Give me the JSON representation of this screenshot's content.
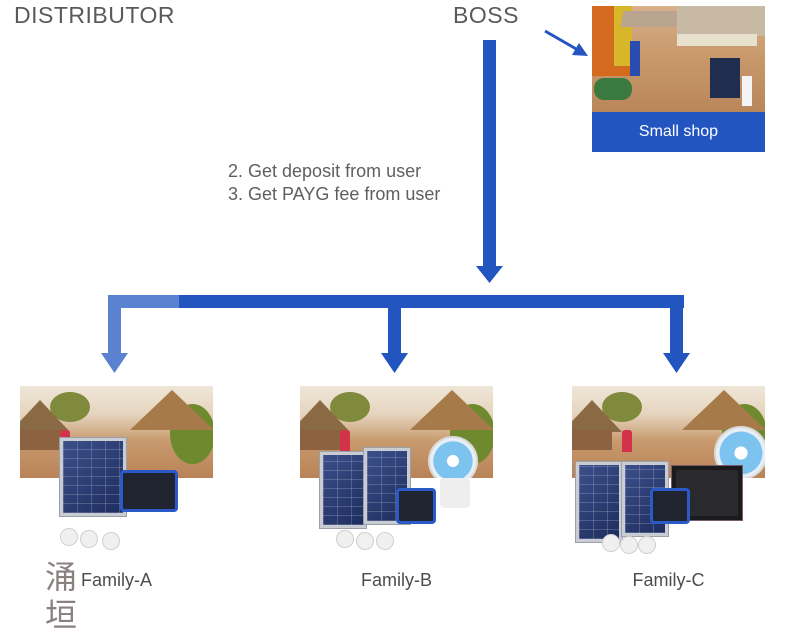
{
  "header": {
    "distributor_label": "DISTRIBUTOR",
    "boss_label": "BOSS"
  },
  "shop": {
    "caption": "Small shop",
    "photo_icon": "shop-storefront-photo"
  },
  "flow_notes": [
    "2. Get deposit from user",
    "3. Get PAYG fee from user"
  ],
  "colors": {
    "arrow_primary": "#2255c0",
    "arrow_faded": "#5b82d0",
    "caption_bg": "#2255c0",
    "text_gray": "#5a5a5a"
  },
  "families": [
    {
      "label": "Family-A",
      "kit": "1 solar panel, battery unit, 3 bulbs, cables"
    },
    {
      "label": "Family-B",
      "kit": "2 solar panels, battery unit, fan, 3 bulbs, cables"
    },
    {
      "label": "Family-C",
      "kit": "2 solar panels, battery unit, fan, TV, 3 bulbs, remote, cables"
    }
  ],
  "overlay_chars": [
    "涌",
    "垣"
  ]
}
